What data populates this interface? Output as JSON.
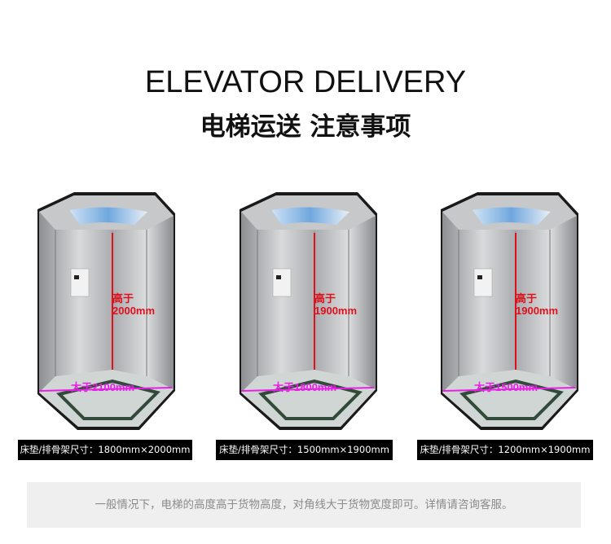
{
  "header": {
    "title_en": "ELEVATOR DELIVERY",
    "title_cn": "电梯运送 注意事项"
  },
  "elevators": [
    {
      "height_label": "高于",
      "height_value": "2000mm",
      "diagonal_label": "大于2100mm",
      "bed_size": "床垫/排骨架尺寸：1800mm×2000mm"
    },
    {
      "height_label": "高于",
      "height_value": "1900mm",
      "diagonal_label": "大于1800mm",
      "bed_size": "床垫/排骨架尺寸：1500mm×1900mm"
    },
    {
      "height_label": "高于",
      "height_value": "1900mm",
      "diagonal_label": "大于1500mm",
      "bed_size": "床垫/排骨架尺寸：1200mm×1900mm"
    }
  ],
  "note": "一般情况下，电梯的高度高于货物高度，对角线大于货物宽度即可。详情请咨询客服。",
  "colors": {
    "height_line": "#e0101a",
    "diagonal_line": "#e81ee8"
  }
}
